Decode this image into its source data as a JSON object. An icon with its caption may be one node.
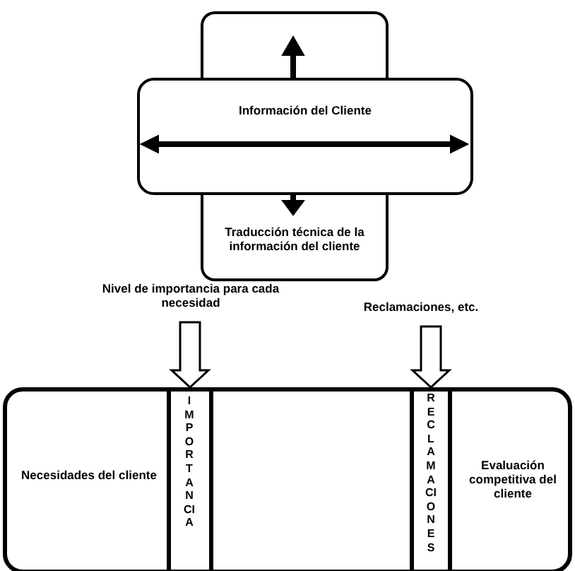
{
  "diagram": {
    "nodes": [
      {
        "text": [],
        "shape": "box"
      },
      {
        "text": [
          "Información del Cliente"
        ]
      },
      {
        "text": [
          "Traducción técnica de la información del cliente"
        ]
      },
      {
        "text": [
          "Nivel de importancia para cada necesidad"
        ]
      },
      {
        "text": [
          "Reclamaciones, etc."
        ]
      },
      {
        "text": [],
        "shape": "box"
      },
      {
        "text": [
          "Necesidades del cliente"
        ],
        "in": 5
      },
      {
        "text": [
          "IMPORTANCIA"
        ],
        "in": 5
      },
      {
        "text": [
          "RECLAMACIONES"
        ],
        "in": 5
      },
      {
        "text": [
          "Evaluación competitiva del cliente"
        ],
        "in": 5
      }
    ],
    "edges": [
      {
        "from": 3,
        "to": 7,
        "arrow": "to"
      },
      {
        "from": 4,
        "to": 8,
        "arrow": "to"
      }
    ]
  }
}
